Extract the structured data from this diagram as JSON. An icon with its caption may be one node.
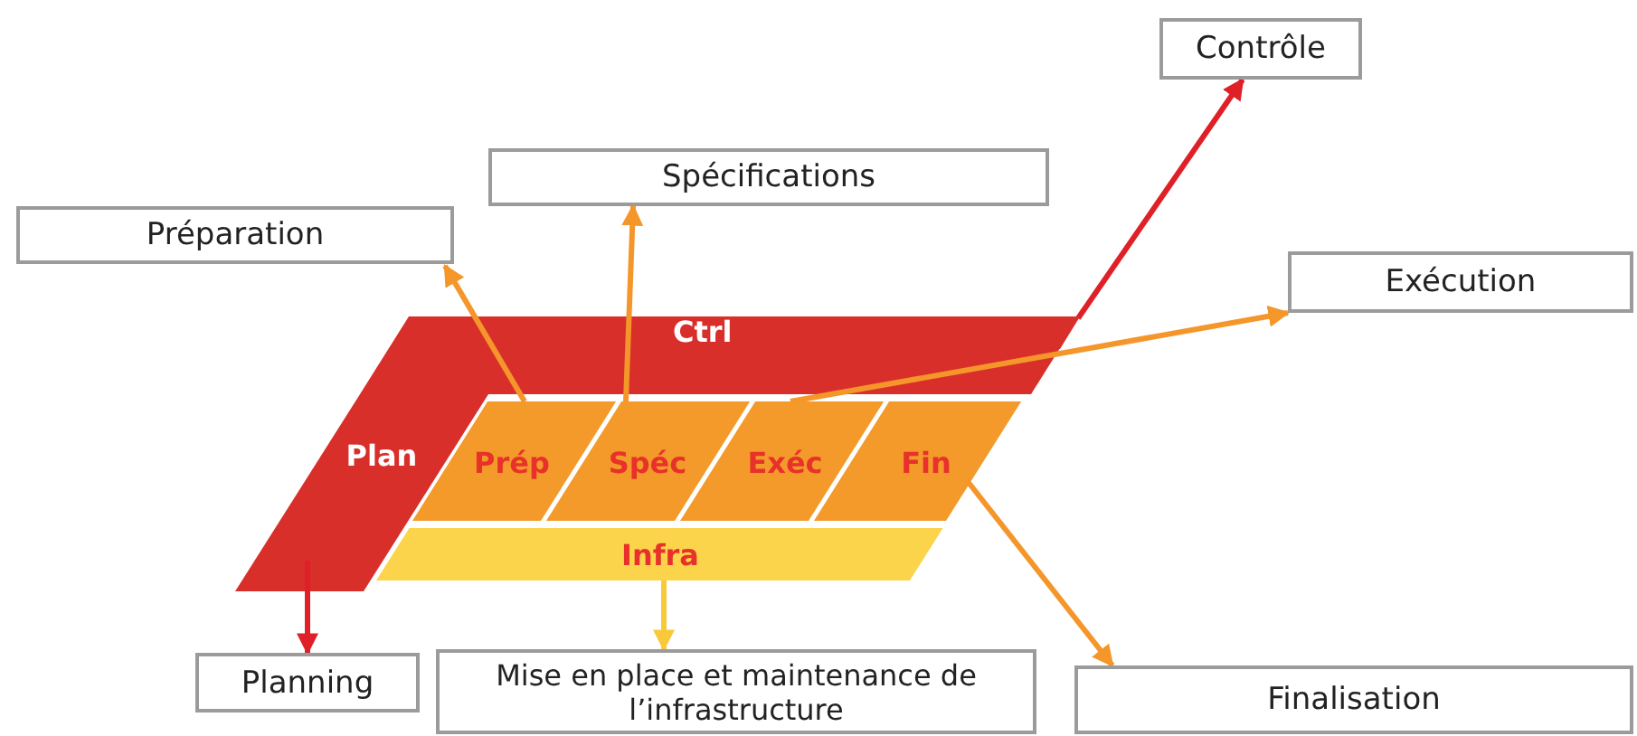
{
  "diagram": {
    "nodes": [
      {
        "text": [
          "Contrôle"
        ]
      },
      {
        "text": [
          "Spécifications"
        ]
      },
      {
        "text": [
          "Préparation"
        ]
      },
      {
        "text": [
          "Exécution"
        ]
      },
      {
        "text": [
          "Ctrl"
        ]
      },
      {
        "text": [
          "Plan"
        ]
      },
      {
        "text": [
          "Prép"
        ]
      },
      {
        "text": [
          "Spéc"
        ]
      },
      {
        "text": [
          "Exéc"
        ]
      },
      {
        "text": [
          "Fin"
        ]
      },
      {
        "text": [
          "Infra"
        ]
      },
      {
        "text": [
          "Planning"
        ]
      },
      {
        "text": [
          "Mise en place et maintenance de l’infrastructure"
        ]
      },
      {
        "text": [
          "Finalisation"
        ]
      }
    ],
    "edges": [
      {
        "from": 4,
        "to": 0,
        "arrow": "to",
        "color": "#e02027"
      },
      {
        "from": 6,
        "to": 2,
        "arrow": "to"
      },
      {
        "from": 7,
        "to": 1,
        "arrow": "to"
      },
      {
        "from": 8,
        "to": 3,
        "arrow": "to"
      },
      {
        "from": 9,
        "to": 13,
        "arrow": "to"
      },
      {
        "from": 10,
        "to": 12,
        "arrow": "to",
        "color": "#f9c93c"
      },
      {
        "from": 5,
        "to": 11,
        "arrow": "to",
        "color": "#e02027"
      }
    ]
  }
}
